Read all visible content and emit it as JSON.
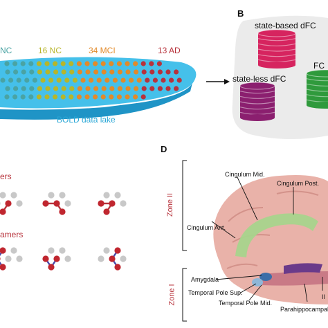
{
  "panel_a": {
    "groups": [
      {
        "label": "NC",
        "color": "#4aa3a3"
      },
      {
        "label": "16 NC",
        "color": "#b7b52a"
      },
      {
        "label": "34 MCI",
        "color": "#e28a2a"
      },
      {
        "label": "13 AD",
        "color": "#b7323b"
      }
    ],
    "lake_label": "BOLD data lake"
  },
  "panel_b": {
    "letter": "B",
    "items": [
      {
        "label": "state-based dFC",
        "color": "#d6245f"
      },
      {
        "label": "state-less dFC",
        "color": "#8b1f6f"
      },
      {
        "label": "FC",
        "color": "#2f9a3c"
      }
    ]
  },
  "panel_c": {
    "row1_word": "ers",
    "row2_word": "amers"
  },
  "panel_d": {
    "letter": "D",
    "zones": [
      "Zone II",
      "Zone I"
    ],
    "labels": {
      "cingulum_mid": "Cingulum Mid.",
      "cingulum_post": "Cingulum Post.",
      "cingulum_ant": "Cingulum Ant.",
      "amygdala": "Amygdala",
      "temporal_pole_sup": "Temporal Pole Sup.",
      "temporal_pole_mid": "Temporal Pole Mid.",
      "parahippocampal": "Parahippocampal",
      "il": "Il"
    }
  }
}
